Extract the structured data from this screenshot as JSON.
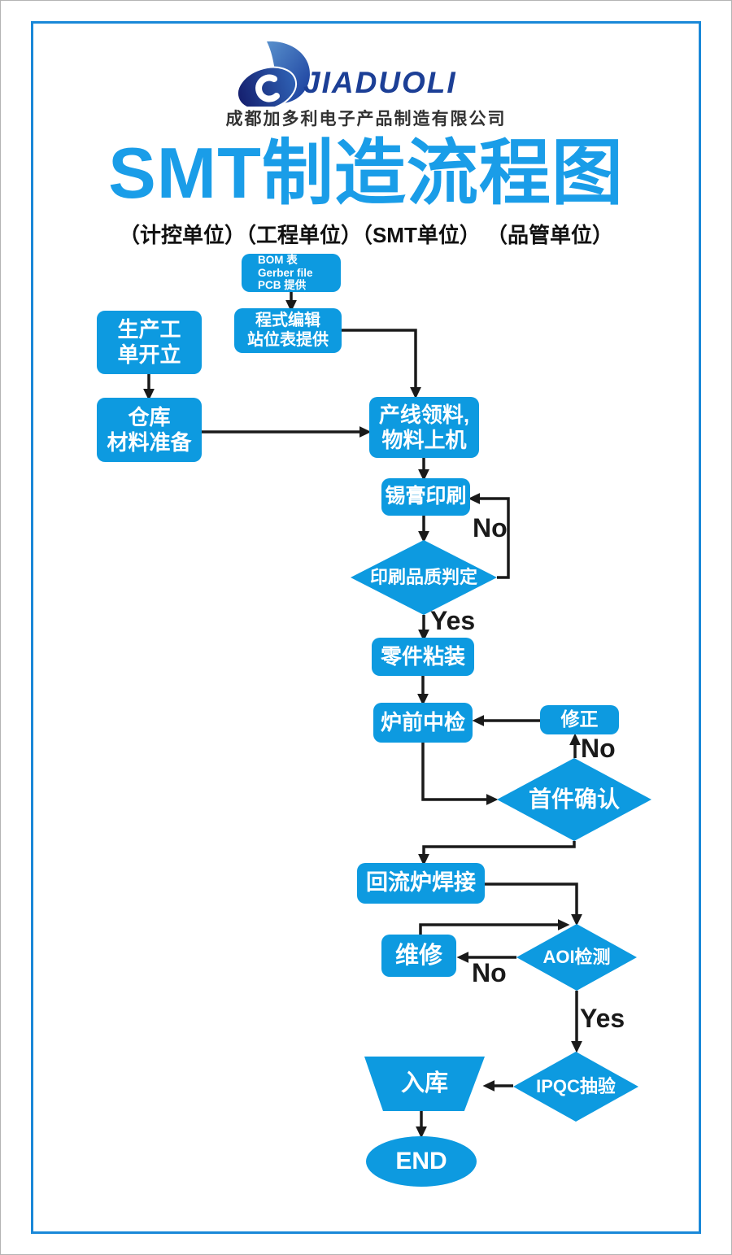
{
  "colors": {
    "node_blue": "#0d9ae0",
    "title_blue": "#1a9de8",
    "frame_blue": "#1a88d8",
    "brand_navy": "#1c3f96",
    "arrow_black": "#1a1a1a"
  },
  "logo": {
    "icon": "jiaduoli-swirl-logo-icon",
    "brand": "JIADUOLI",
    "company": "成都加多利电子产品制造有限公司"
  },
  "header": {
    "title": "SMT制造流程图",
    "departments": "（计控单位）（工程单位）（SMT单位） （品管单位）"
  },
  "flow": {
    "nodes": [
      {
        "id": "bom",
        "shape": "rect",
        "lines": [
          "BOM 表",
          "Gerber file",
          "PCB 提供"
        ]
      },
      {
        "id": "program",
        "shape": "rect",
        "lines": [
          "程式编辑",
          "站位表提供"
        ]
      },
      {
        "id": "work-order",
        "shape": "rect",
        "lines": [
          "生产工",
          "单开立"
        ]
      },
      {
        "id": "warehouse",
        "shape": "rect",
        "lines": [
          "仓库",
          "材料准备"
        ]
      },
      {
        "id": "line-material",
        "shape": "rect",
        "lines": [
          "产线领料,",
          "物料上机"
        ]
      },
      {
        "id": "solder-paste",
        "shape": "rect",
        "lines": [
          "锡膏印刷"
        ]
      },
      {
        "id": "print-quality",
        "shape": "diamond",
        "lines": [
          "印刷品质判定"
        ]
      },
      {
        "id": "mount",
        "shape": "rect",
        "lines": [
          "零件粘装"
        ]
      },
      {
        "id": "pre-oven",
        "shape": "rect",
        "lines": [
          "炉前中检"
        ]
      },
      {
        "id": "fix",
        "shape": "rect",
        "lines": [
          "修正"
        ]
      },
      {
        "id": "first-article",
        "shape": "diamond",
        "lines": [
          "首件确认"
        ]
      },
      {
        "id": "reflow",
        "shape": "rect",
        "lines": [
          "回流炉焊接"
        ]
      },
      {
        "id": "repair",
        "shape": "rect",
        "lines": [
          "维修"
        ]
      },
      {
        "id": "aoi",
        "shape": "diamond",
        "lines": [
          "AOI检测"
        ]
      },
      {
        "id": "ipqc",
        "shape": "diamond",
        "lines": [
          "IPQC抽验"
        ]
      },
      {
        "id": "inbound",
        "shape": "trapezoid",
        "lines": [
          "入库"
        ]
      },
      {
        "id": "end",
        "shape": "ellipse",
        "lines": [
          "END"
        ]
      }
    ],
    "edge_labels": [
      {
        "id": "no-print-quality",
        "text": "No"
      },
      {
        "id": "yes-print-quality",
        "text": "Yes"
      },
      {
        "id": "no-first-article",
        "text": "No"
      },
      {
        "id": "no-aoi",
        "text": "No"
      },
      {
        "id": "yes-aoi",
        "text": "Yes"
      }
    ]
  }
}
